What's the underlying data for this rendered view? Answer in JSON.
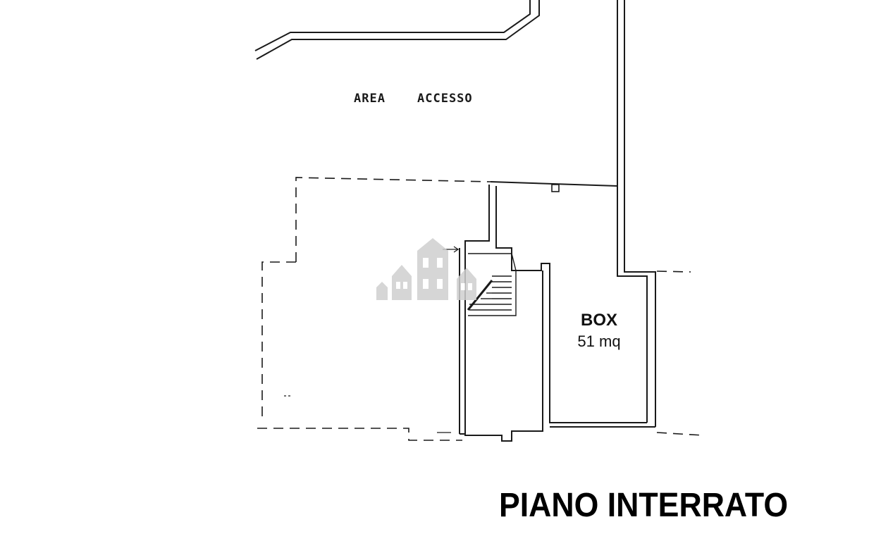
{
  "plan": {
    "title": "PIANO INTERRATO",
    "labels": {
      "area_word1": "AREA",
      "area_word2": "ACCESSO",
      "box_title": "BOX",
      "box_area": "51 mq"
    },
    "icons": {
      "watermark": "houses-watermark-icon",
      "staircase": "staircase-icon"
    },
    "colors": {
      "line": "#1a1a1a",
      "watermark": "#cfcfcf",
      "background": "#ffffff"
    }
  }
}
